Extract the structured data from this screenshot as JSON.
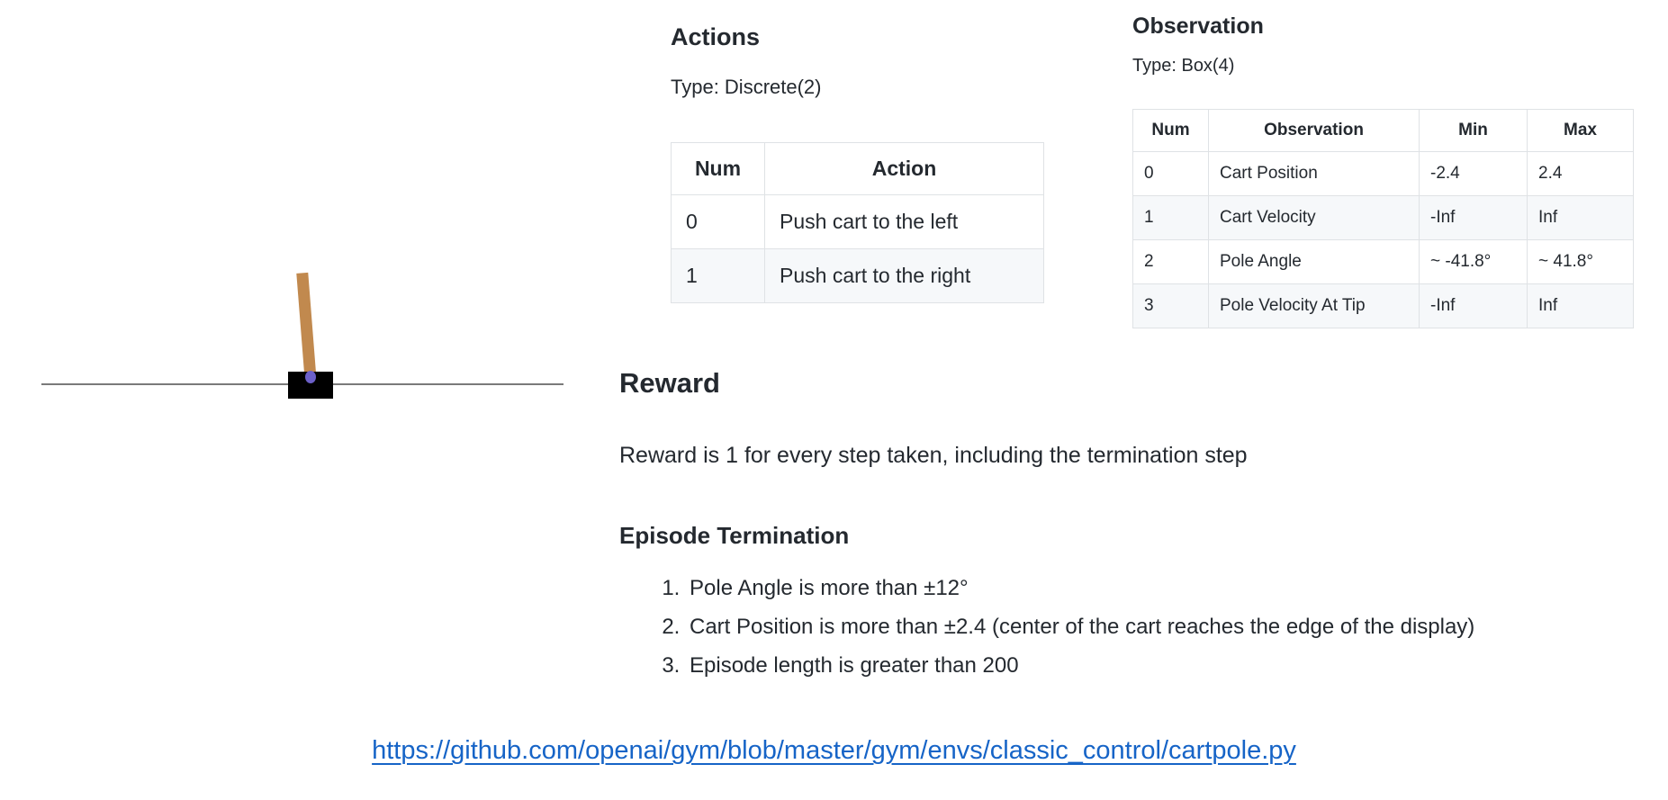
{
  "colors": {
    "text": "#24292f",
    "border": "#dfe2e5",
    "stripe": "#f6f8fa",
    "link": "#1664c7",
    "pole": "#c1894e",
    "cart": "#000000",
    "axle": "#6c60c9",
    "track": "#7a7a7a",
    "bg": "#ffffff"
  },
  "cartpole": {
    "description": "CartPole environment render: black cart on horizontal track with tan pole tilted slightly left, purple axle dot"
  },
  "actions": {
    "heading": "Actions",
    "type_label": "Type: Discrete(2)",
    "table": {
      "headers": [
        "Num",
        "Action"
      ],
      "rows": [
        [
          "0",
          "Push cart to the left"
        ],
        [
          "1",
          "Push cart to the right"
        ]
      ]
    }
  },
  "observation": {
    "heading": "Observation",
    "type_label": "Type: Box(4)",
    "table": {
      "headers": [
        "Num",
        "Observation",
        "Min",
        "Max"
      ],
      "rows": [
        [
          "0",
          "Cart Position",
          "-2.4",
          "2.4"
        ],
        [
          "1",
          "Cart Velocity",
          "-Inf",
          "Inf"
        ],
        [
          "2",
          "Pole Angle",
          "~ -41.8°",
          "~ 41.8°"
        ],
        [
          "3",
          "Pole Velocity At Tip",
          "-Inf",
          "Inf"
        ]
      ]
    }
  },
  "reward": {
    "heading": "Reward",
    "text": "Reward is 1 for every step taken, including the termination step"
  },
  "episode_termination": {
    "heading": "Episode Termination",
    "items": [
      "Pole Angle is more than ±12°",
      "Cart Position is more than ±2.4 (center of the cart reaches the edge of the display)",
      "Episode length is greater than 200"
    ]
  },
  "link": {
    "text": "https://github.com/openai/gym/blob/master/gym/envs/classic_control/cartpole.py"
  }
}
